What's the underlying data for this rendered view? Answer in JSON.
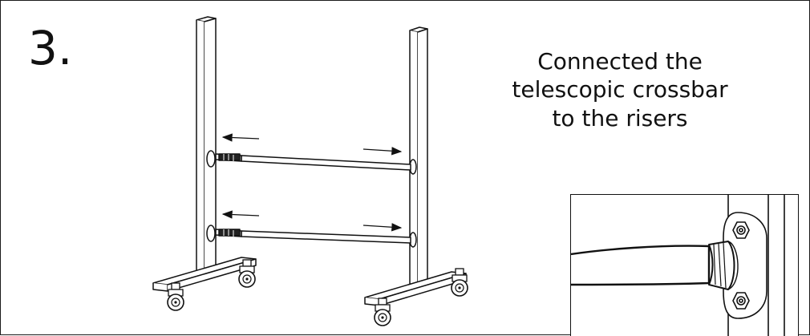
{
  "step": {
    "number": "3."
  },
  "caption": {
    "lines": [
      "Connected the",
      "telescopic crossbar",
      "to the risers"
    ]
  },
  "illustration": {
    "subject": "rolling stand frame with two risers, two telescopic crossbars, and caster bases",
    "detail_inset": "close-up of crossbar end attached to riser bracket with two bolts"
  },
  "colors": {
    "line": "#111111",
    "background": "#ffffff"
  }
}
